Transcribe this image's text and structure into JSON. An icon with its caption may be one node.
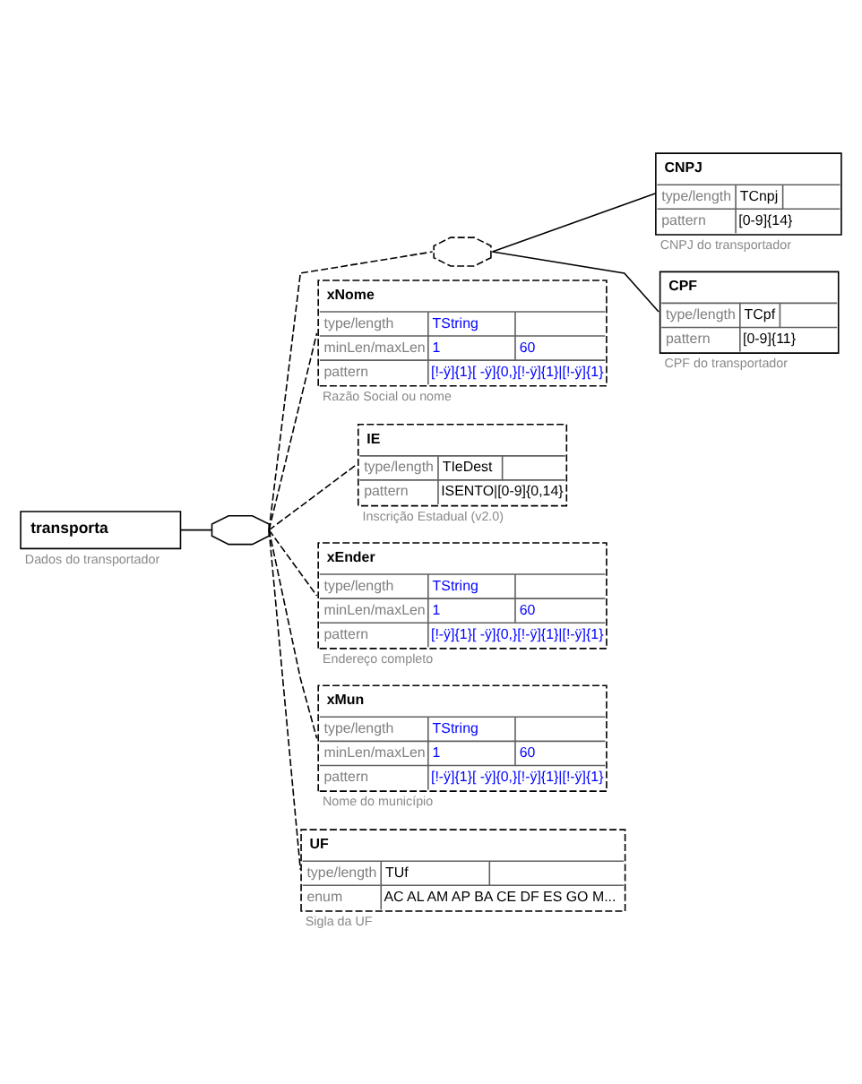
{
  "diagram": {
    "nodes": [
      {
        "text": [
          "transporta"
        ],
        "beside": [
          "Dados do transportador"
        ]
      },
      {
        "text": [],
        "shape": "octagon"
      },
      {
        "text": [],
        "shape": "octagon"
      },
      {
        "text": [
          "CNPJ",
          "type/length",
          "TCnpj",
          "pattern",
          "[0-9]{14}"
        ],
        "beside": [
          "CNPJ do transportador"
        ]
      },
      {
        "text": [
          "CPF",
          "type/length",
          "TCpf",
          "pattern",
          "[0-9]{11}"
        ],
        "beside": [
          "CPF do transportador"
        ]
      },
      {
        "text": [
          "xNome",
          "type/length",
          "TString",
          "minLen/maxLen",
          "1",
          "60",
          "pattern",
          "[!-ÿ]{1}[ -ÿ]{0,}[!-ÿ]{1}|[!-ÿ]{1}"
        ],
        "beside": [
          "Razão Social ou nome"
        ]
      },
      {
        "text": [
          "IE",
          "type/length",
          "TIeDest",
          "pattern",
          "ISENTO|[0-9]{0,14}"
        ],
        "beside": [
          "Inscrição Estadual (v2.0)"
        ]
      },
      {
        "text": [
          "xEnder",
          "type/length",
          "TString",
          "minLen/maxLen",
          "1",
          "60",
          "pattern",
          "[!-ÿ]{1}[ -ÿ]{0,}[!-ÿ]{1}|[!-ÿ]{1}"
        ],
        "beside": [
          "Endereço completo"
        ]
      },
      {
        "text": [
          "xMun",
          "type/length",
          "TString",
          "minLen/maxLen",
          "1",
          "60",
          "pattern",
          "[!-ÿ]{1}[ -ÿ]{0,}[!-ÿ]{1}|[!-ÿ]{1}"
        ],
        "beside": [
          "Nome do município"
        ]
      },
      {
        "text": [
          "UF",
          "type/length",
          "TUf",
          "enum",
          "AC AL AM AP BA CE DF ES GO M..."
        ],
        "beside": [
          "Sigla da UF"
        ]
      }
    ],
    "edges": [
      {
        "from": 0,
        "to": 1,
        "arrow": "none"
      },
      {
        "from": 1,
        "to": 2,
        "arrow": "none",
        "style": "dashed"
      },
      {
        "from": 2,
        "to": 3,
        "arrow": "none"
      },
      {
        "from": 2,
        "to": 4,
        "arrow": "none"
      },
      {
        "from": 1,
        "to": 5,
        "arrow": "none",
        "style": "dashed"
      },
      {
        "from": 1,
        "to": 6,
        "arrow": "none",
        "style": "dashed"
      },
      {
        "from": 1,
        "to": 7,
        "arrow": "none",
        "style": "dashed"
      },
      {
        "from": 1,
        "to": 8,
        "arrow": "none",
        "style": "dashed"
      },
      {
        "from": 1,
        "to": 9,
        "arrow": "none",
        "style": "dashed"
      }
    ]
  }
}
